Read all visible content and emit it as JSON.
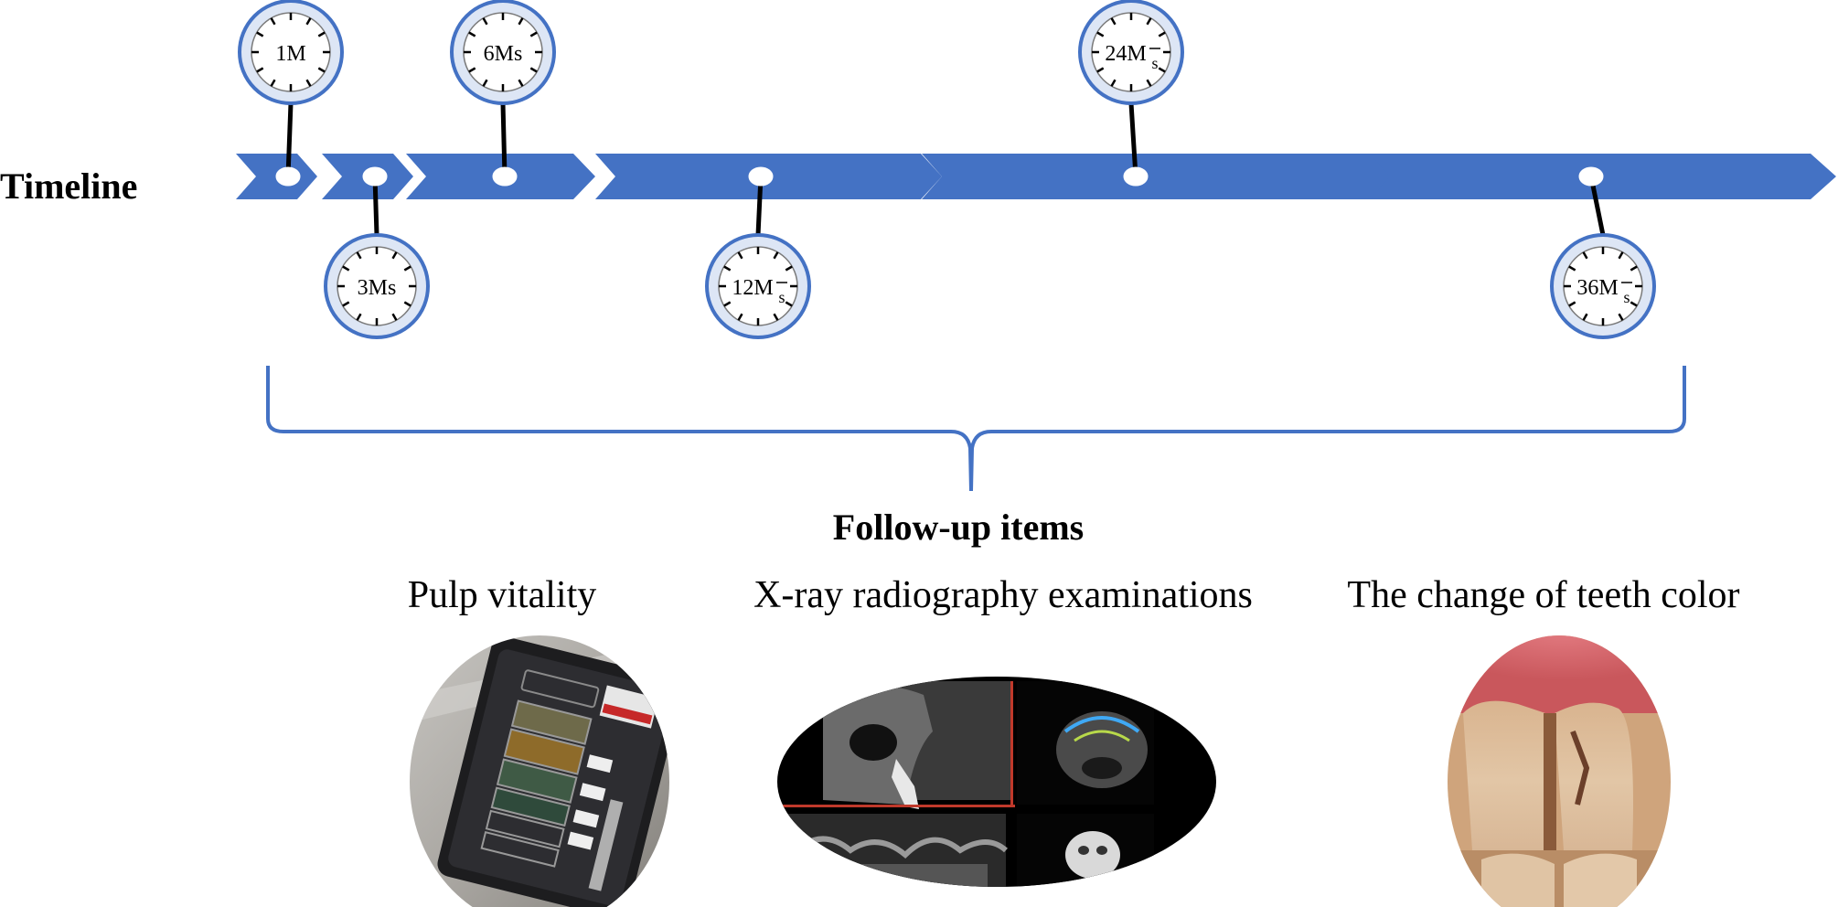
{
  "timeline": {
    "label": "Timeline",
    "accent_color": "#4472C4",
    "milestones": [
      {
        "label": "1M",
        "marker": ""
      },
      {
        "label": "3Ms",
        "marker": ""
      },
      {
        "label": "6Ms",
        "marker": ""
      },
      {
        "label": "12M",
        "marker": "s"
      },
      {
        "label": "24M",
        "marker": "s"
      },
      {
        "label": "36M",
        "marker": "s"
      }
    ]
  },
  "followup": {
    "title": "Follow-up items",
    "items": [
      {
        "label": "Pulp vitality",
        "picture": "pulp-vitality-tester-photo"
      },
      {
        "label": "X-ray radiography examinations",
        "picture": "cbct-scan-screenshot"
      },
      {
        "label": "The change of teeth color",
        "picture": "front-teeth-photo"
      }
    ]
  }
}
